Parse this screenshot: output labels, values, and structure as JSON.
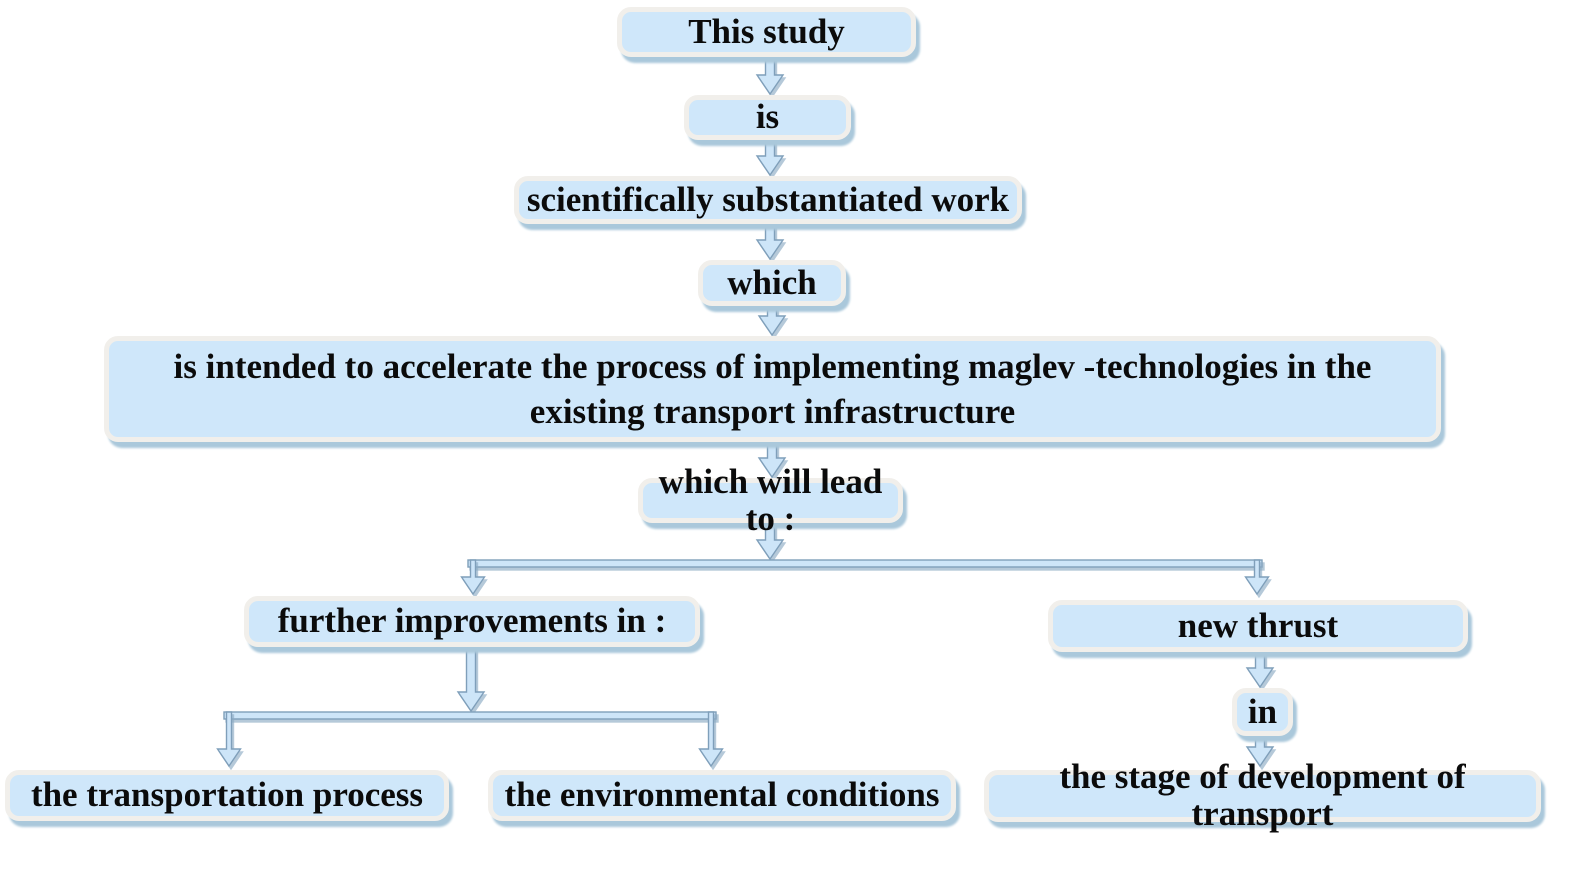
{
  "diagram": {
    "colors": {
      "background": "#ffffff",
      "box_fill": "#cfe7fa",
      "box_border": "#f1efeb",
      "box_shadow": "#aac8db",
      "arrow_fill": "#cde5f8",
      "arrow_edge": "#7f9fba",
      "text": "#0b0b0b"
    },
    "nodes": {
      "this_study": {
        "label": "This study"
      },
      "is_link": {
        "label": "is"
      },
      "substantiated": {
        "label": "scientifically substantiated work"
      },
      "which_link": {
        "label": "which"
      },
      "intended": {
        "label": "is intended to accelerate the process of implementing maglev -technologies in the existing transport infrastructure"
      },
      "lead_to": {
        "label": "which will lead to :"
      },
      "further": {
        "label": "further improvements in :"
      },
      "new_thrust": {
        "label": "new thrust"
      },
      "in_link": {
        "label": "in"
      },
      "transportation": {
        "label": "the transportation process"
      },
      "environmental": {
        "label": "the environmental conditions"
      },
      "stage": {
        "label": "the stage of development of transport"
      }
    },
    "edges": [
      {
        "from": "this_study",
        "to": "is_link"
      },
      {
        "from": "is_link",
        "to": "substantiated"
      },
      {
        "from": "substantiated",
        "to": "which_link"
      },
      {
        "from": "which_link",
        "to": "intended"
      },
      {
        "from": "intended",
        "to": "lead_to"
      },
      {
        "from": "lead_to",
        "to": "further"
      },
      {
        "from": "lead_to",
        "to": "new_thrust"
      },
      {
        "from": "further",
        "to": "transportation"
      },
      {
        "from": "further",
        "to": "environmental"
      },
      {
        "from": "new_thrust",
        "to": "in_link"
      },
      {
        "from": "in_link",
        "to": "stage"
      }
    ]
  }
}
